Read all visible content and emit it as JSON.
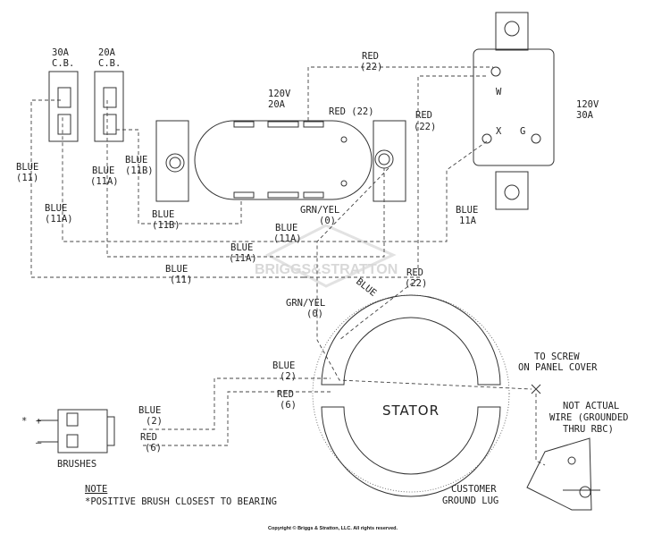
{
  "breakers": {
    "cb30": {
      "line1": "30A",
      "line2": "C.B."
    },
    "cb20": {
      "line1": "20A",
      "line2": "C.B."
    }
  },
  "receptacle_20": {
    "line1": "120V",
    "line2": "20A"
  },
  "receptacle_30": {
    "line1": "120V",
    "line2": "30A"
  },
  "terminals": {
    "w": "W",
    "x": "X",
    "g": "G"
  },
  "wires": {
    "red22_top": {
      "color": "RED",
      "num": "(22)"
    },
    "red22_mid": "RED (22)",
    "red22_right": {
      "color": "RED",
      "num": "(22)"
    },
    "red22_bottom": {
      "color": "RED",
      "num": "(22)"
    },
    "blue11_left": {
      "color": "BLUE",
      "num": "(11)"
    },
    "blue11a_left": {
      "color": "BLUE",
      "num": "(11A)"
    },
    "blue11b_label": {
      "color": "BLUE",
      "num": "(11B)"
    },
    "blue11a_mid": {
      "color": "BLUE",
      "num": "(11A)"
    },
    "blue11b_bottom": {
      "color": "BLUE",
      "num": "(11B)"
    },
    "blue11a_center": {
      "color": "BLUE",
      "num": "(11A)"
    },
    "blue11a_low": {
      "color": "BLUE",
      "num": "(11A)"
    },
    "blue11_low": {
      "color": "BLUE",
      "num": "(11)"
    },
    "blue11a_right": {
      "color": "BLUE",
      "num": "11A"
    },
    "grnyel_top": {
      "color": "GRN/YEL",
      "num": "(0)"
    },
    "grnyel_low": {
      "color": "GRN/YEL",
      "num": "(0)"
    },
    "blue_diag": "BLUE",
    "blue2_top": {
      "color": "BLUE",
      "num": "(2)"
    },
    "red6_top": {
      "color": "RED",
      "num": "(6)"
    },
    "blue2_brush": {
      "color": "BLUE",
      "num": "(2)"
    },
    "red6_brush": {
      "color": "RED",
      "num": "(6)"
    }
  },
  "stator_label": "STATOR",
  "to_screw": {
    "line1": "TO SCREW",
    "line2": "ON PANEL COVER"
  },
  "not_actual": {
    "line1": "NOT ACTUAL",
    "line2": "WIRE (GROUNDED",
    "line3": "THRU RBC)"
  },
  "customer_lug": {
    "line1": "CUSTOMER",
    "line2": "GROUND LUG"
  },
  "brushes": {
    "plus_marker": "*",
    "plus": "+",
    "minus": "–",
    "label": "BRUSHES"
  },
  "note": {
    "title": "NOTE",
    "text": "*POSITIVE BRUSH CLOSEST TO BEARING"
  },
  "watermark": "BRIGGS&STRATTON",
  "copyright": "Copyright © Briggs & Stratton, LLC. All rights reserved."
}
